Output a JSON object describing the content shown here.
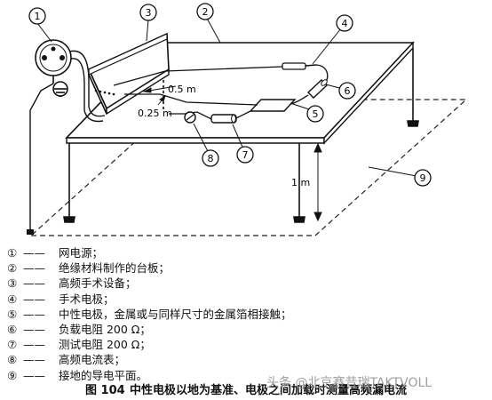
{
  "diagram": {
    "callouts": [
      "1",
      "2",
      "3",
      "4",
      "5",
      "6",
      "7",
      "8",
      "9"
    ],
    "dim_0_5m": "0.5 m",
    "dim_0_25m": "0.25 m",
    "dim_1m": "1 m"
  },
  "legend": [
    {
      "num": "①",
      "text": "网电源；"
    },
    {
      "num": "②",
      "text": "绝缘材料制作的台板；"
    },
    {
      "num": "③",
      "text": "高频手术设备；"
    },
    {
      "num": "④",
      "text": "手术电极；"
    },
    {
      "num": "⑤",
      "text": "中性电极，金属或与同样尺寸的金属箔相接触；"
    },
    {
      "num": "⑥",
      "text": "负载电阻 200 Ω；"
    },
    {
      "num": "⑦",
      "text": "测试电阻 200 Ω；"
    },
    {
      "num": "⑧",
      "text": "高频电流表；"
    },
    {
      "num": "⑨",
      "text": "接地的导电平面。"
    }
  ],
  "caption": {
    "figure_number": "图 104",
    "title": "中性电极以地为基准、电极之间加载时测量高频漏电流"
  },
  "watermark": "头条 @北京赛昔瑞TAKTVOLL"
}
